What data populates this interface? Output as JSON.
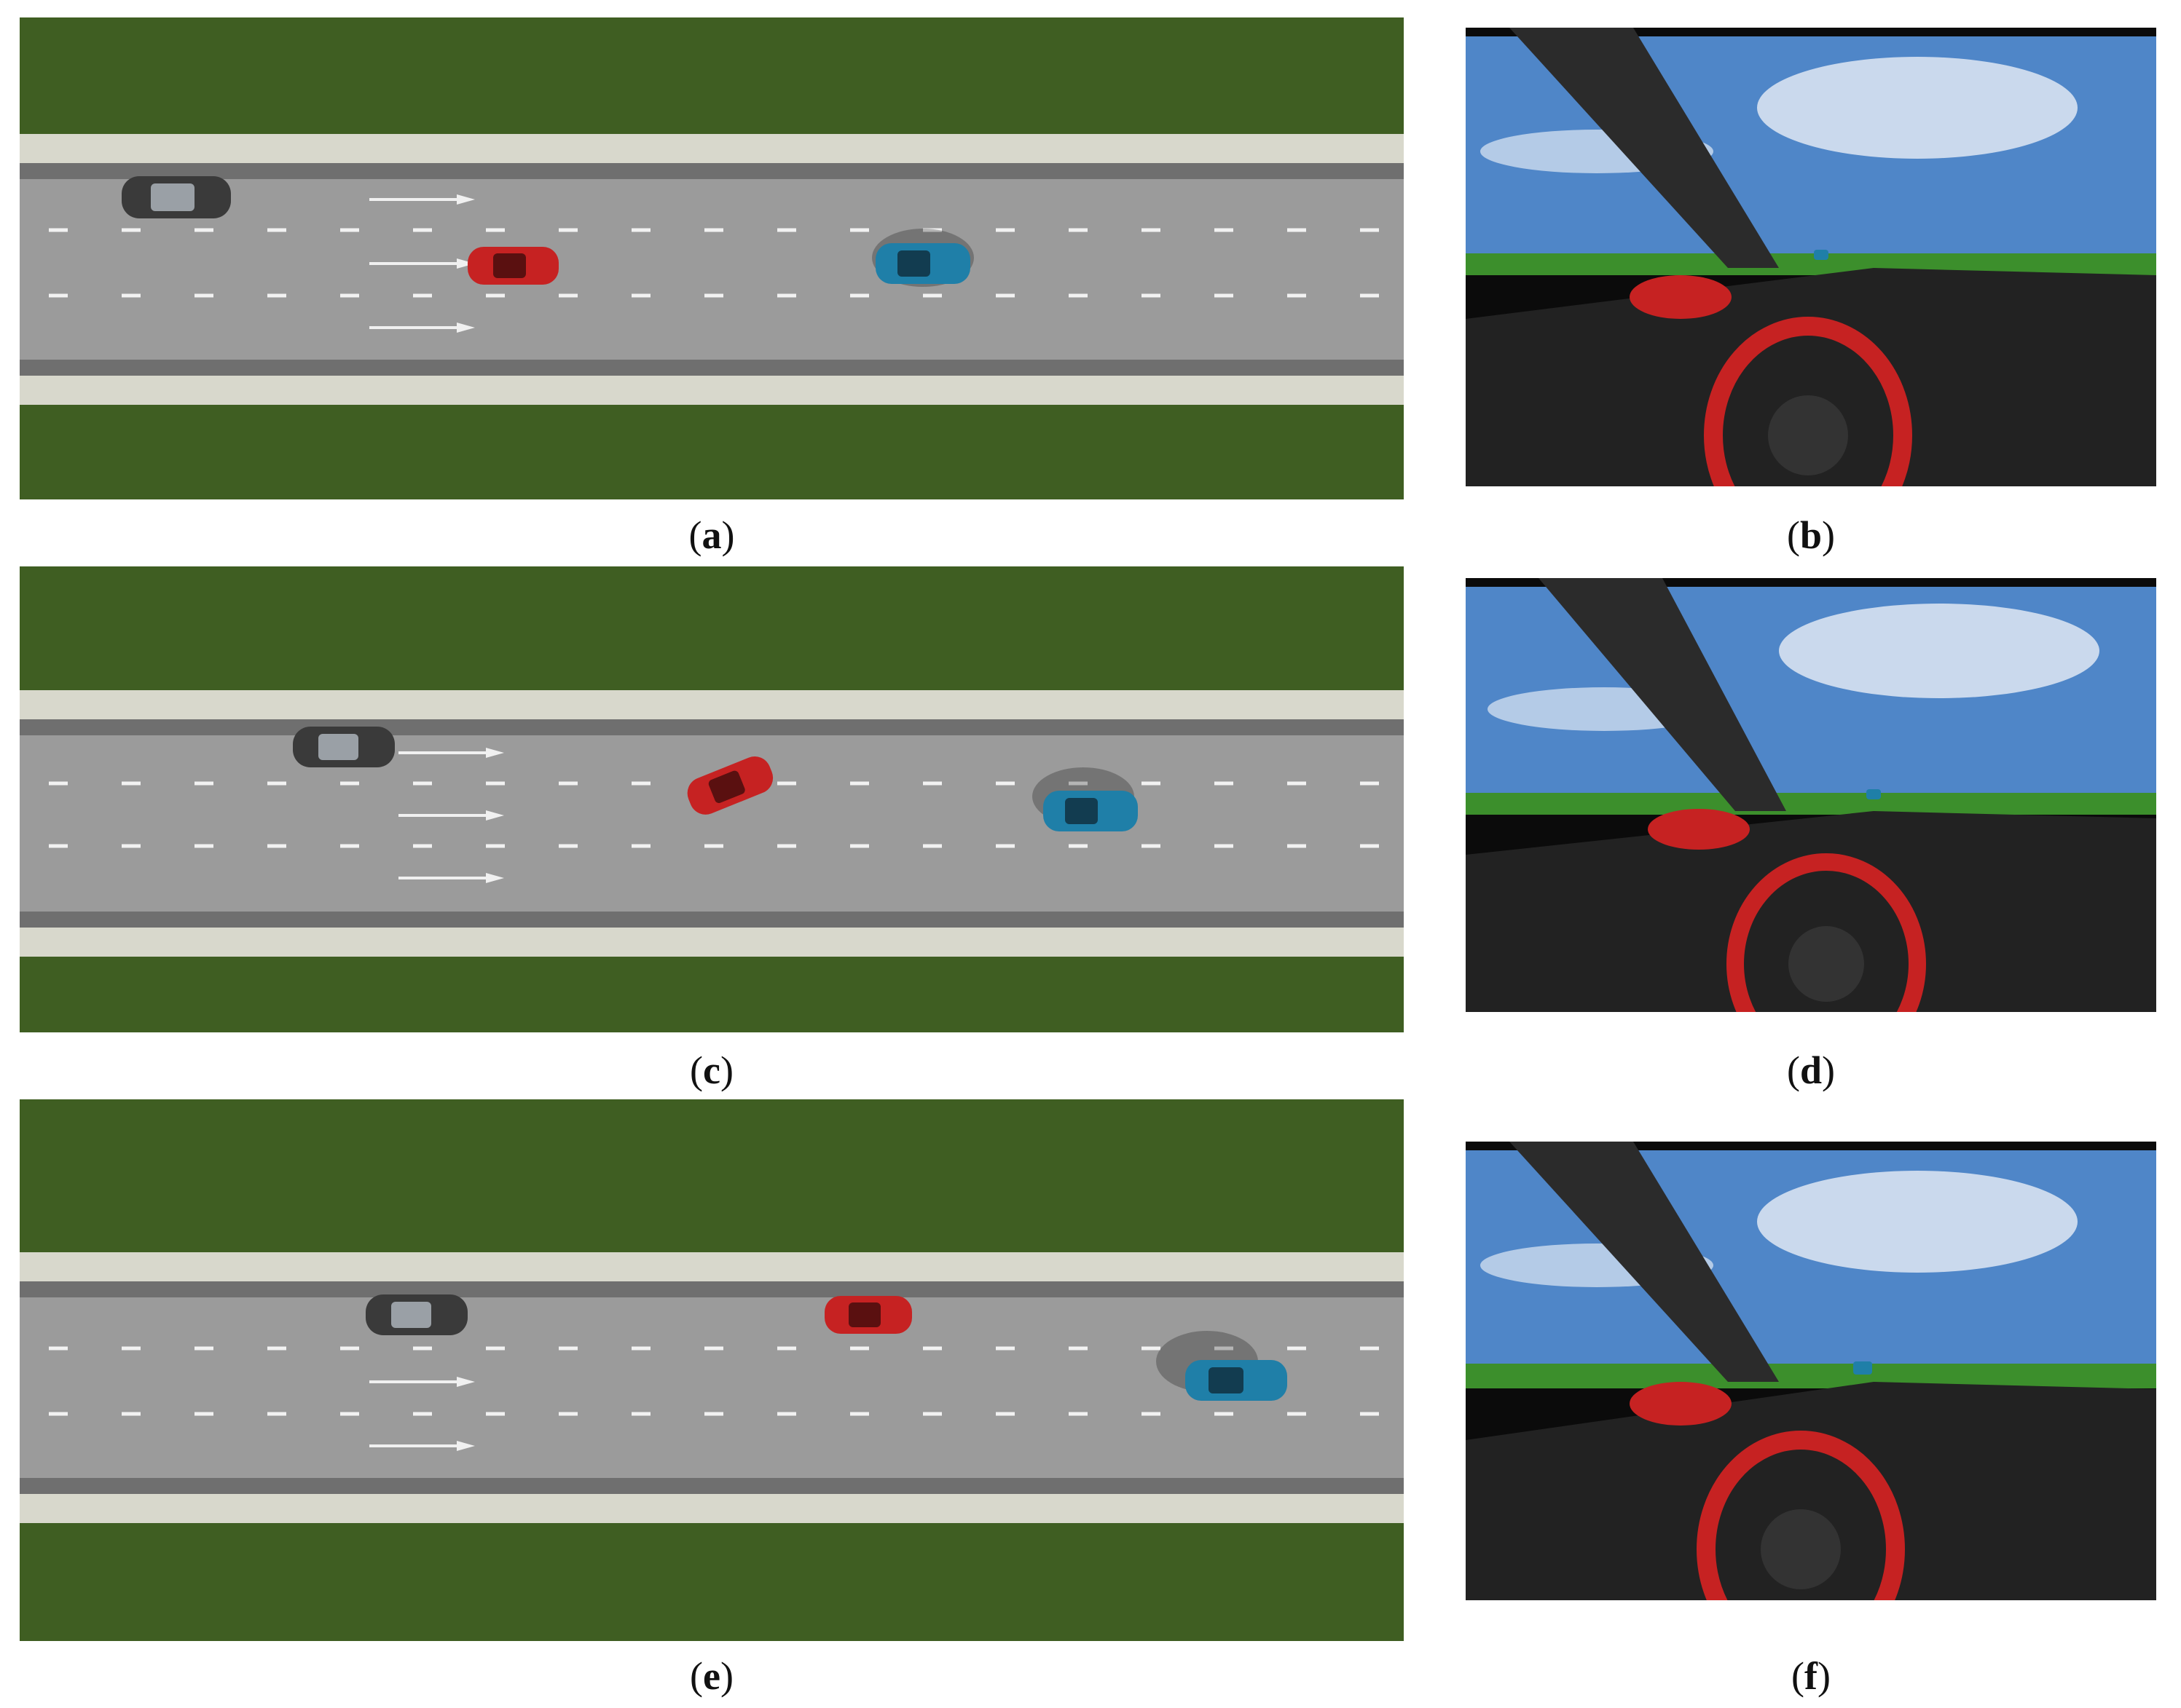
{
  "figure": {
    "panels": [
      {
        "label": "a"
      },
      {
        "label": "b"
      },
      {
        "label": "c"
      },
      {
        "label": "d"
      },
      {
        "label": "e"
      },
      {
        "label": "f"
      }
    ]
  },
  "colors": {
    "grass": "#3f5e22",
    "road": "#9b9b9b",
    "shoulder": "#d8d8cc",
    "ego_car": "#c62222",
    "lead_car": "#1f7fa8",
    "trailing_car": "#3a3a3a",
    "sky": "#4f86c8"
  }
}
